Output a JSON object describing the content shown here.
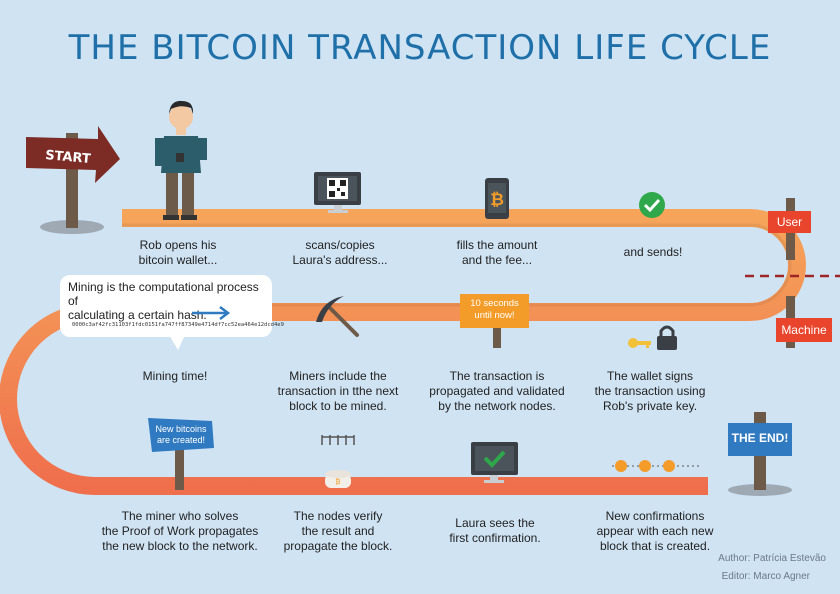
{
  "title": "THE BITCOIN TRANSACTION LIFE CYCLE",
  "signs": {
    "start": "START",
    "user": "User",
    "machine": "Machine",
    "end": "THE END!",
    "new_bitcoins": "New bitcoins\nare created!",
    "timer": "10 seconds\nuntil now!"
  },
  "bubble": {
    "text": "Mining is the computational process of\ncalculating a certain hash.",
    "hash": "0000c3af42fc31103f1fdc0151fa747ff87349e4714df7cc52ea464e12dcd4e9"
  },
  "steps": [
    {
      "id": "open-wallet",
      "caption": "Rob opens his\nbitcoin wallet..."
    },
    {
      "id": "scan-address",
      "caption": "scans/copies\nLaura's address..."
    },
    {
      "id": "fill-amount",
      "caption": "fills the amount\nand the fee..."
    },
    {
      "id": "send",
      "caption": "and sends!"
    },
    {
      "id": "sign",
      "caption": "The wallet signs\nthe transaction using\nRob's private key."
    },
    {
      "id": "propagate",
      "caption": "The transaction is\npropagated and validated\nby the network nodes."
    },
    {
      "id": "include",
      "caption": "Miners include the\ntransaction in tthe next\nblock to be mined."
    },
    {
      "id": "mining",
      "caption": "Mining time!"
    },
    {
      "id": "proof-of-work",
      "caption": "The miner who solves\nthe Proof of Work propagates\nthe new block to the network."
    },
    {
      "id": "verify",
      "caption": "The nodes verify\nthe result and\npropagate the block."
    },
    {
      "id": "first-confirmation",
      "caption": "Laura sees the\nfirst confirmation."
    },
    {
      "id": "more-confirmations",
      "caption": "New confirmations\nappear with each new\nblock that is created."
    }
  ],
  "credits": {
    "author": "Author: Patrícia Estevão",
    "editor": "Editor: Marco Agner"
  },
  "colors": {
    "background": "#cfe3f3",
    "title": "#1f6fa8",
    "road_top": "#f5a45a",
    "road_bottom": "#f07a4f",
    "sign_red": "#e8452c",
    "sign_blue": "#2f7ac0",
    "start_sign": "#7c2c25",
    "post": "#6e5a48",
    "divider": "#9e2626",
    "bitcoin": "#f39c2a",
    "check_green": "#2ea84a"
  },
  "icons": [
    "person-icon",
    "qr-monitor-icon",
    "bitcoin-phone-icon",
    "check-icon",
    "key-icon",
    "lock-icon",
    "pickaxe-icon",
    "node-icon",
    "monitor-check-icon",
    "bitcoin-chain-icon"
  ]
}
